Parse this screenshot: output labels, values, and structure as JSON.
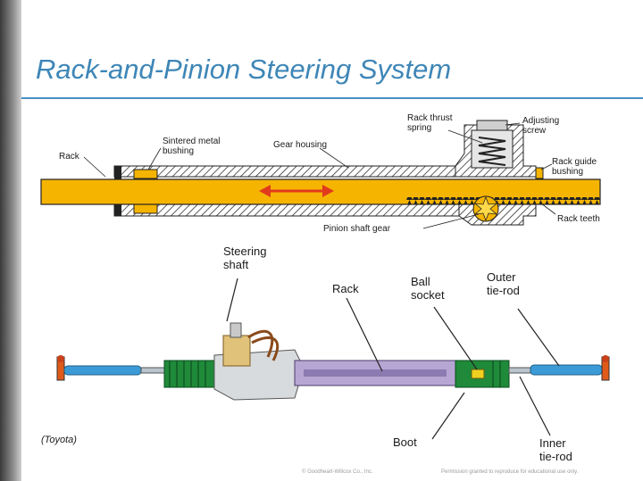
{
  "title": "Rack-and-Pinion Steering System",
  "top_diagram": {
    "labels": {
      "rack": "Rack",
      "sintered_bushing": "Sintered metal\nbushing",
      "gear_housing": "Gear housing",
      "rack_thrust_spring": "Rack thrust\nspring",
      "adjusting_screw": "Adjusting\nscrew",
      "rack_guide_bushing": "Rack guide\nbushing",
      "pinion_shaft_gear": "Pinion shaft gear",
      "rack_teeth": "Rack teeth"
    },
    "colors": {
      "rack": "#f5b400",
      "arrow": "#e23a1d",
      "hatch": "#333333"
    }
  },
  "bottom_diagram": {
    "labels": {
      "steering_shaft": "Steering\nshaft",
      "rack": "Rack",
      "ball_socket": "Ball\nsocket",
      "outer_tie_rod": "Outer\ntie-rod",
      "toyota": "(Toyota)",
      "boot": "Boot",
      "inner_tie_rod": "Inner\ntie-rod"
    },
    "colors": {
      "boot": "#1f8a3a",
      "tie_rod": "#3c9bd6",
      "rack_tube": "#b7a6d4",
      "end": "#e05a1a"
    }
  },
  "footer": {
    "copyright": "© Goodheart-Willcox Co., Inc.",
    "permission": "Permission granted to reproduce for educational use only."
  }
}
